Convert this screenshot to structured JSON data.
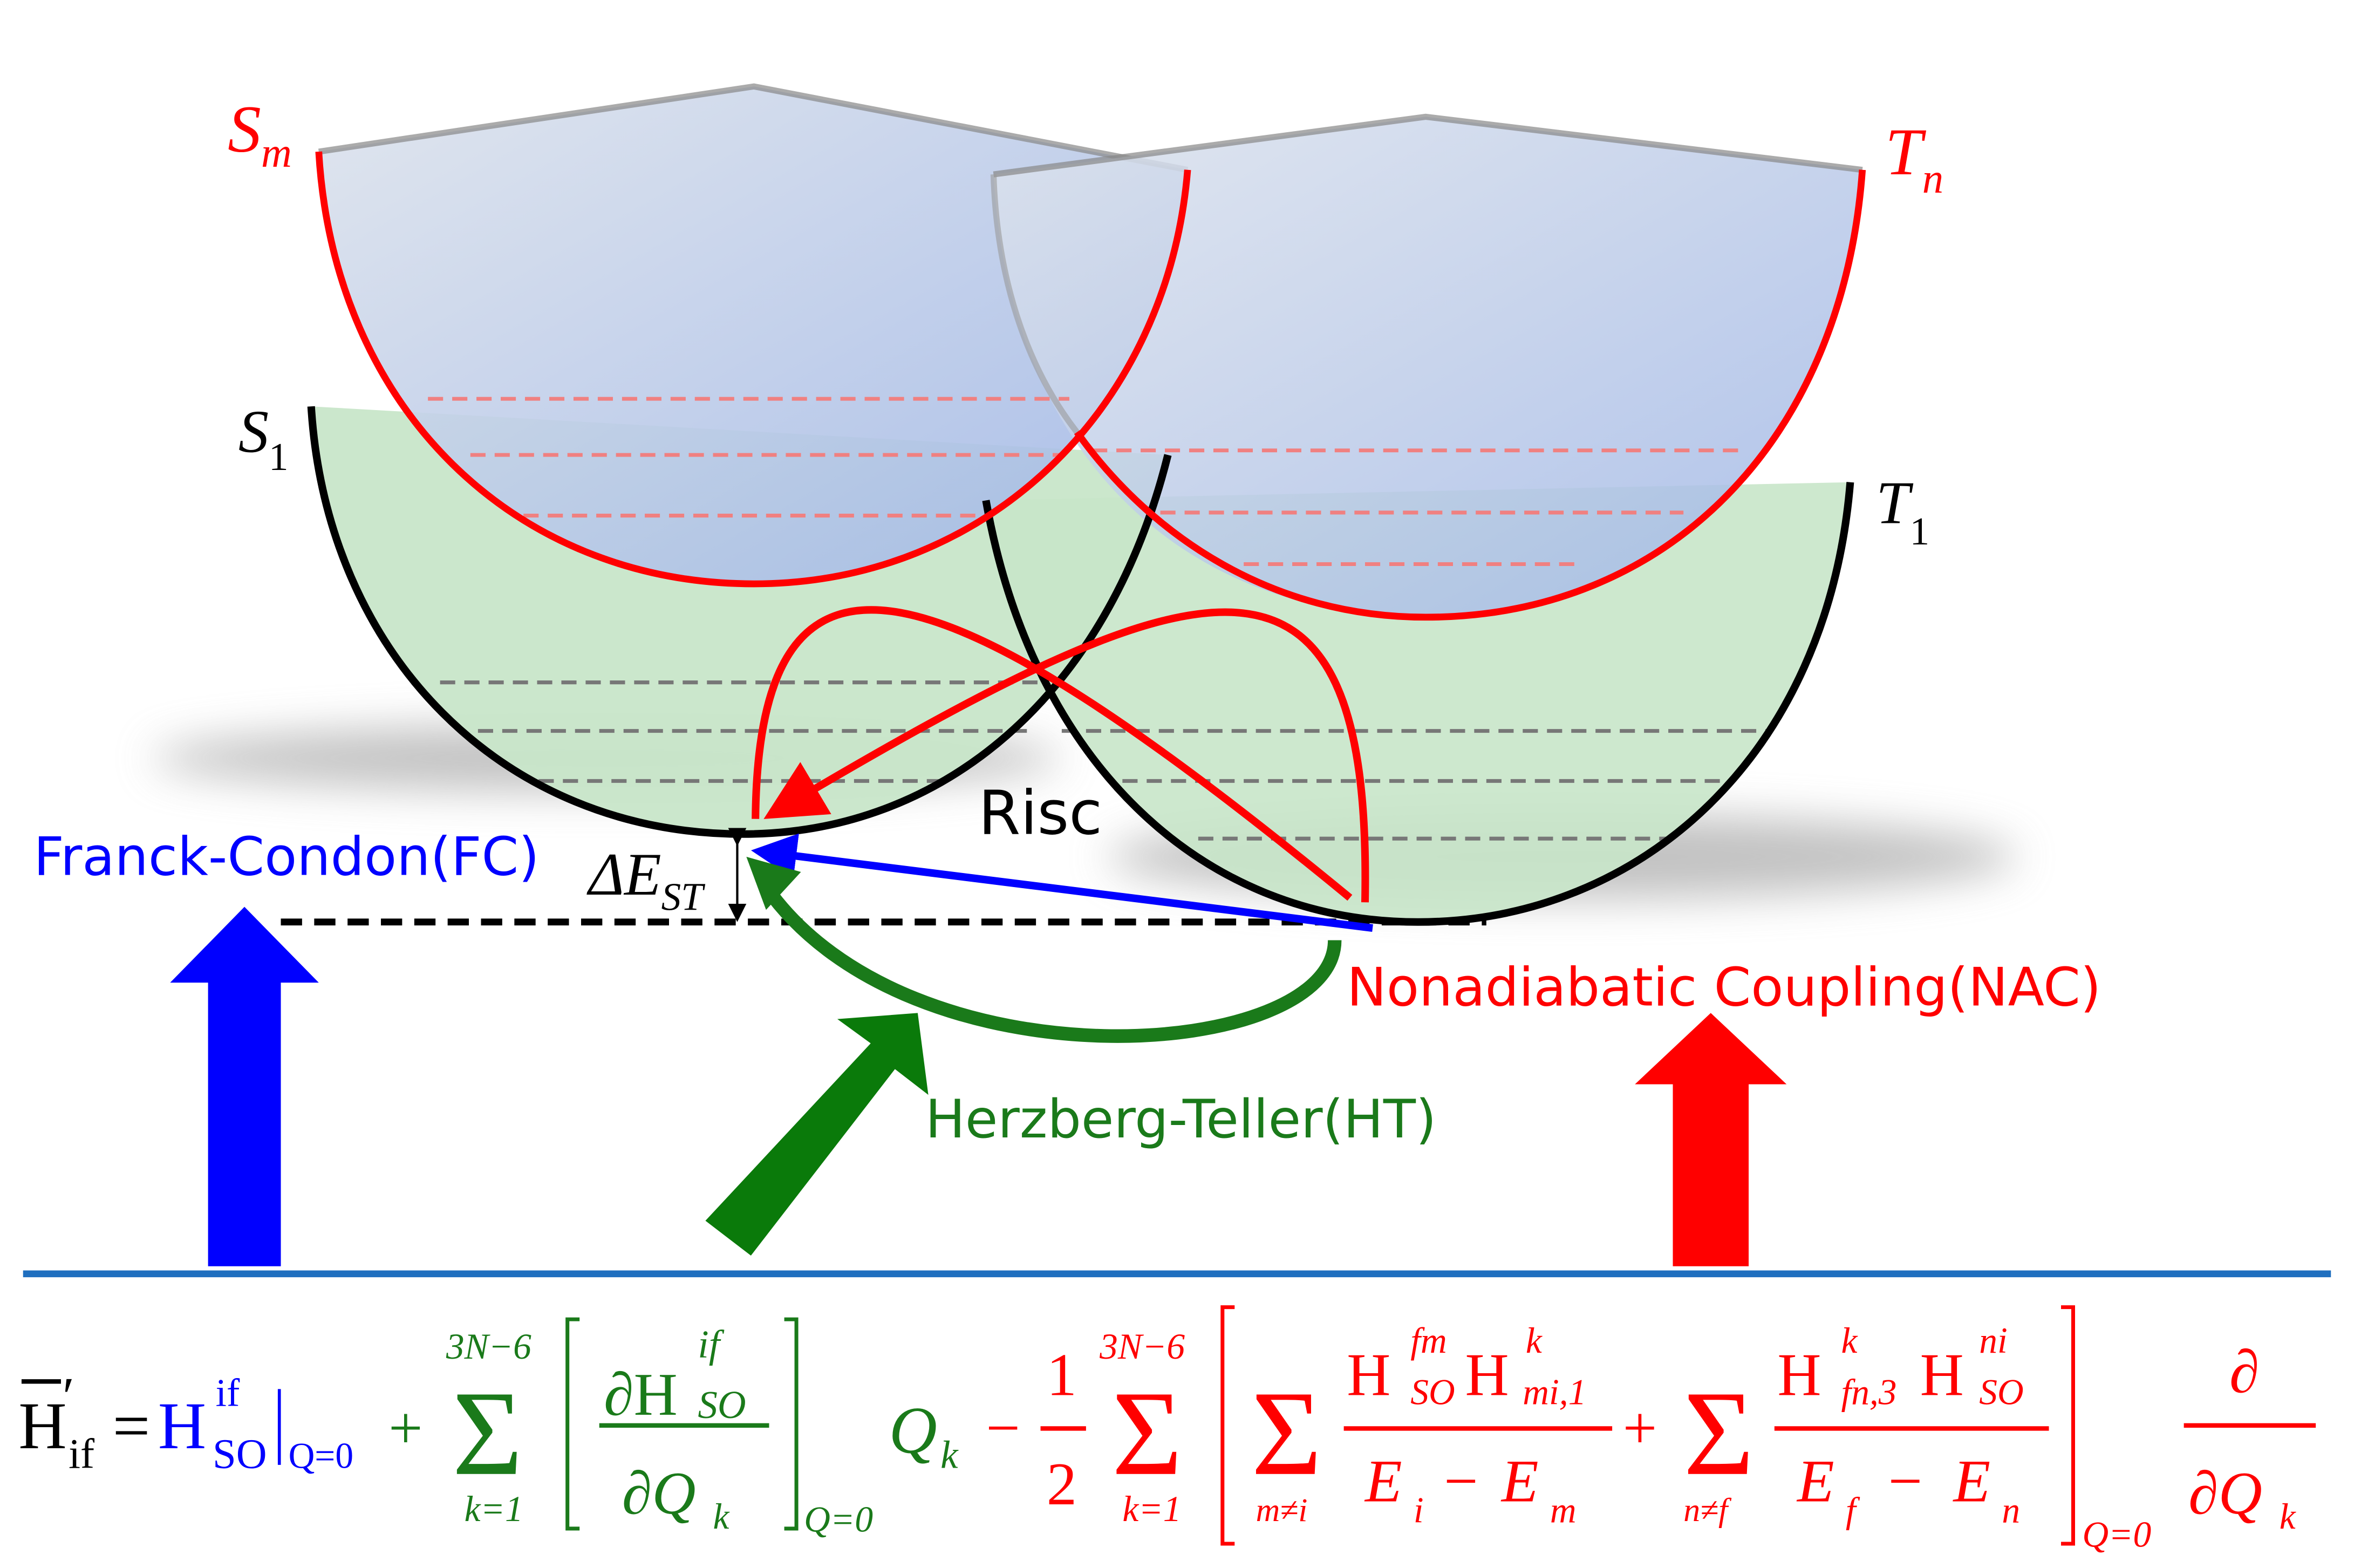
{
  "colors": {
    "singlet_excited": "#ff0000",
    "ground_curve": "#000000",
    "fc": "#0000ff",
    "ht": "#1a7a1a",
    "nac": "#ff0000",
    "baseline": "#1f6fbf",
    "green_fill": "#c8e6c9",
    "blue_fill": "#b0c4e8"
  },
  "states": {
    "sm": {
      "main": "S",
      "sub": "m"
    },
    "tn": {
      "main": "T",
      "sub": "n"
    },
    "s1": {
      "main": "S",
      "sub": "1"
    },
    "t1": {
      "main": "T",
      "sub": "1"
    }
  },
  "labels": {
    "risc": "Risc",
    "fc": "Franck-Condon(FC)",
    "delta_main": "ΔE",
    "delta_sub": "ST",
    "nac": "Nonadiabatic Coupling(NAC)",
    "ht": "Herzberg-Teller(HT)"
  },
  "equation": {
    "lhs": {
      "H": "H",
      "prime": "′",
      "sub": "if",
      "eq": "="
    },
    "fc_term": {
      "H": "H",
      "sup": "if",
      "sub": "SO",
      "eval": "Q=0"
    },
    "ht_term": {
      "plus": "+",
      "sigma": "Σ",
      "upper": "3N−6",
      "lower": "k=1",
      "dH": "∂H",
      "dH_sup": "if",
      "dH_sub": "SO",
      "dQ": "∂Q",
      "dQ_sub": "k",
      "eval": "Q=0",
      "Q": "Q",
      "Q_sub": "k"
    },
    "nac_term": {
      "minus": "−",
      "half_num": "1",
      "half_den": "2",
      "sigma": "Σ",
      "upper": "3N−6",
      "lower": "k=1",
      "sum1": "Σ",
      "sum1_lower": "m≠i",
      "n1_H1": "H",
      "n1_H1_sup": "fm",
      "n1_H1_sub": "SO",
      "n1_H2": "H",
      "n1_H2_sup": "k",
      "n1_H2_sub": "mi,1",
      "d1_E1": "E",
      "d1_E1_sub": "i",
      "d1_minus": "−",
      "d1_E2": "E",
      "d1_E2_sub": "m",
      "plus": "+",
      "sum2": "Σ",
      "sum2_lower": "n≠f",
      "n2_H1": "H",
      "n2_H1_sup": "k",
      "n2_H1_sub": "fn,3",
      "n2_H2": "H",
      "n2_H2_sup": "ni",
      "n2_H2_sub": "SO",
      "d2_E1": "E",
      "d2_E1_sub": "f",
      "d2_minus": "−",
      "d2_E2": "E",
      "d2_E2_sub": "n",
      "eval": "Q=0",
      "d_num": "∂",
      "d_den": "∂Q",
      "d_den_sub": "k"
    }
  }
}
